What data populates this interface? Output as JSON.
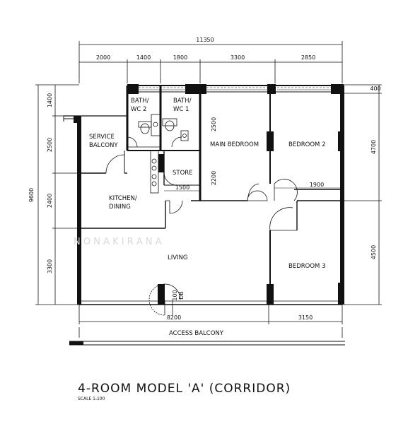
{
  "dimensions": {
    "overall_width": "11350",
    "top_segments": [
      "2000",
      "1400",
      "1800",
      "3300",
      "2850"
    ],
    "left_segments": [
      "1400",
      "2500",
      "2400",
      "3300"
    ],
    "overall_height": "9600",
    "right_segments": [
      "400",
      "4700",
      "4500"
    ],
    "bottom_living": "8200",
    "bottom_bedroom3": "3150",
    "store_width": "1500",
    "bedroom_gap": "1900",
    "main_bedroom_upper": "2500",
    "main_bedroom_lower": "2200"
  },
  "rooms": {
    "bath2_line1": "BATH/",
    "bath2_line2": "WC 2",
    "bath1_line1": "BATH/",
    "bath1_line2": "WC 1",
    "service_line1": "SERVICE",
    "service_line2": "BALCONY",
    "main_bedroom": "MAIN BEDROOM",
    "bedroom2": "BEDROOM 2",
    "store": "STORE",
    "kitchen_line1": "KITCHEN/",
    "kitchen_line2": "DINING",
    "living": "LIVING",
    "bedroom3": "BEDROOM 3",
    "db_line1": "100",
    "db_line2": "DB"
  },
  "watermark": "N O N A     K I R A N A",
  "access_balcony": "ACCESS BALCONY",
  "title": "4-ROOM MODEL 'A' (CORRIDOR)",
  "scale": "SCALE   1:100"
}
